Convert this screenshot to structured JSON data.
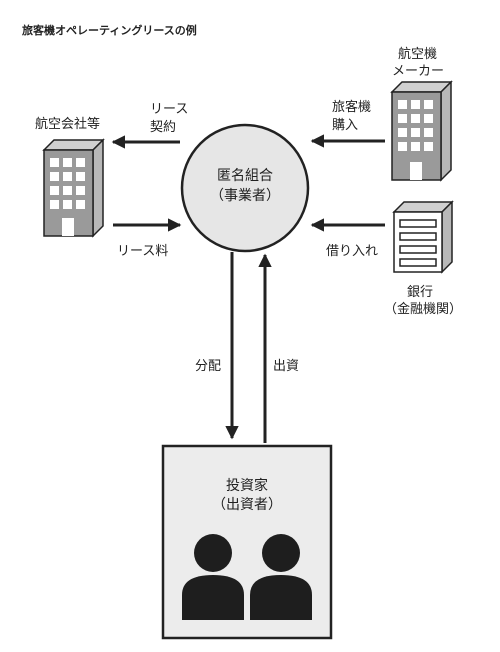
{
  "title": "旅客機オペレーティングリースの例",
  "center": {
    "line1": "匿名組合",
    "line2": "（事業者）"
  },
  "nodes": {
    "airline": "航空会社等",
    "manufacturer": {
      "line1": "航空機",
      "line2": "メーカー"
    },
    "bank": {
      "line1": "銀行",
      "line2": "（金融機関）"
    },
    "investor": {
      "line1": "投資家",
      "line2": "（出資者）"
    }
  },
  "flows": {
    "lease_contract": {
      "line1": "リース",
      "line2": "契約"
    },
    "lease_fee": "リース料",
    "aircraft_purchase": {
      "line1": "旅客機",
      "line2": "購入"
    },
    "borrowing": "借り入れ",
    "distribution": "分配",
    "investment": "出資"
  },
  "colors": {
    "ink": "#222222",
    "fill": "#e6e6e6",
    "box_fill": "#ececec"
  }
}
